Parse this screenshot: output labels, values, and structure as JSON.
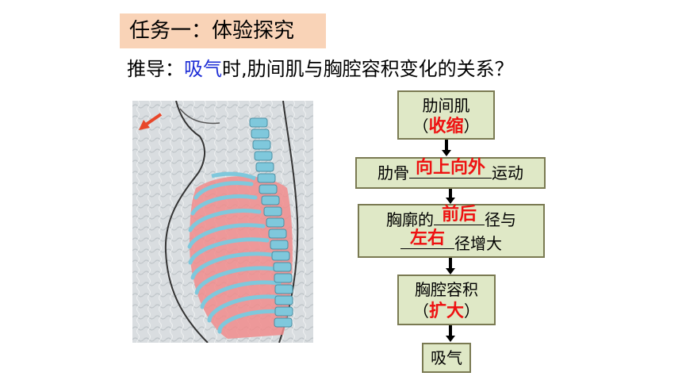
{
  "task_label": "任务一：体验探究",
  "question": {
    "prefix": "推导：",
    "highlight": "吸气",
    "suffix": "时,肋间肌与胸腔容积变化的关系？"
  },
  "flow": {
    "box1": {
      "line1": "肋间肌",
      "open": "（",
      "answer": "收缩",
      "close": "）"
    },
    "box2": {
      "pre": "肋骨",
      "answer": "向上向外",
      "post": "运动"
    },
    "box3": {
      "pre1": "胸廓的",
      "answer1": "前后",
      "post1": "径与",
      "answer2": "左右",
      "post2": "径增大"
    },
    "box4": {
      "line1": "胸腔容积",
      "open": "（",
      "answer": "扩大",
      "close": "）"
    },
    "box5": {
      "line1": "吸气"
    }
  },
  "colors": {
    "badge": "#f9d3b7",
    "box_fill": "#dfe8c6",
    "answer_red": "#ee1111",
    "highlight_blue": "#1f2fd6"
  }
}
